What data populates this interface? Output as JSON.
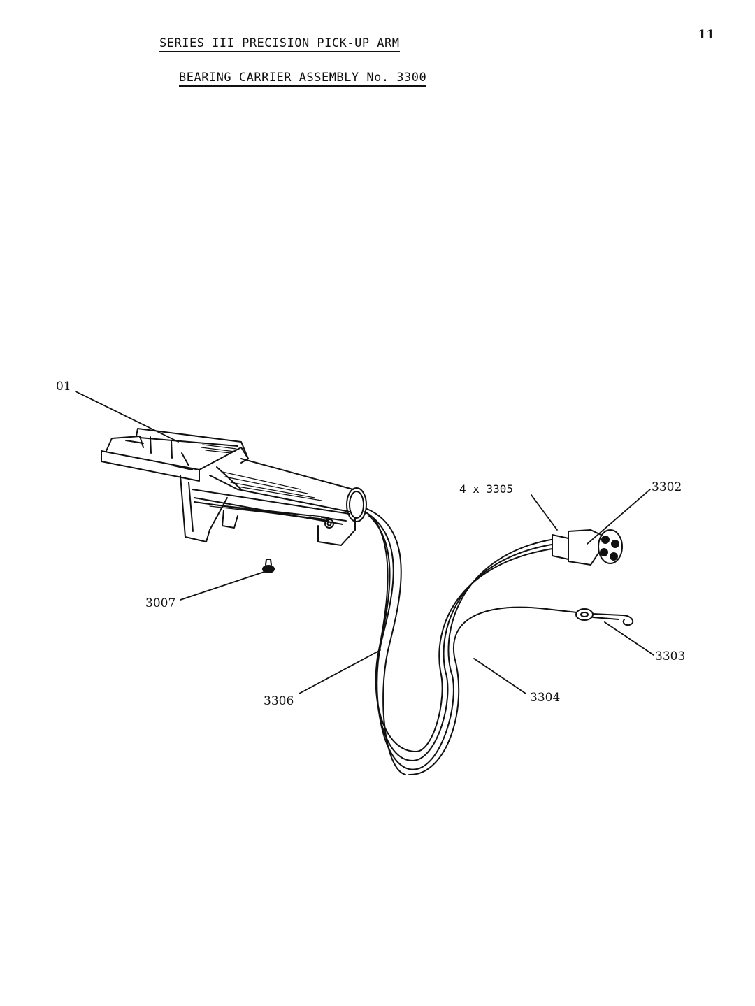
{
  "header": {
    "title": "SERIES III PRECISION PICK-UP ARM",
    "subtitle": "BEARING CARRIER ASSEMBLY No. 3300",
    "page_number": "11"
  },
  "callouts": {
    "part_3301": "01",
    "part_3305": "4 x 3305",
    "part_3302": "3302",
    "part_3007": "3007",
    "part_3303": "3303",
    "part_3306": "3306",
    "part_3304": "3304"
  }
}
